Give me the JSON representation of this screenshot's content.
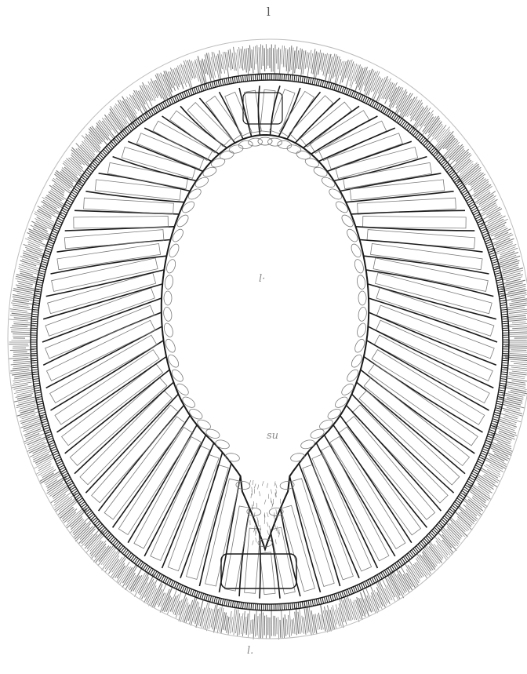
{
  "figure": {
    "labels": {
      "top": "l",
      "center": "l·",
      "lower": "su",
      "bottom": "l."
    },
    "colors": {
      "ink": "#1a1a1a",
      "grey_ink": "#7a7a7a",
      "paper": "#ffffff"
    }
  }
}
